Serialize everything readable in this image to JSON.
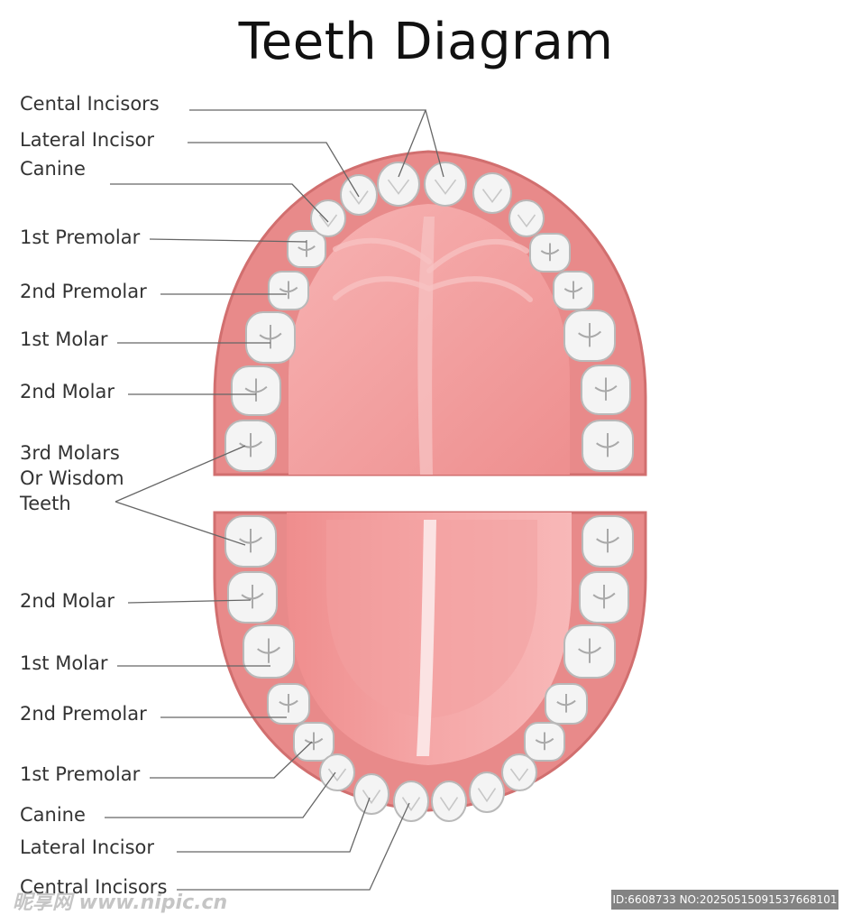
{
  "title": "Teeth Diagram",
  "upper_labels": {
    "central_incisors": "Cental Incisors",
    "lateral_incisor": "Lateral Incisor",
    "canine": "Canine",
    "first_premolar": "1st Premolar",
    "second_premolar": "2nd Premolar",
    "first_molar": "1st Molar",
    "second_molar": "2nd Molar",
    "third_molars_line1": "3rd Molars",
    "third_molars_line2": "Or Wisdom",
    "third_molars_line3": "Teeth"
  },
  "lower_labels": {
    "second_molar": "2nd Molar",
    "first_molar": "1st Molar",
    "second_premolar": "2nd Premolar",
    "first_premolar": "1st Premolar",
    "canine": "Canine",
    "lateral_incisor": "Lateral Incisor",
    "central_incisors": "Central Incisors"
  },
  "watermark": {
    "left": "昵享网 www.nipic.cn",
    "right": "ID:6608733 NO:20250515091537668101"
  },
  "colors": {
    "gum": "#e88a8a",
    "gum_outline": "#d16f6f",
    "palate": "#f2a3a3",
    "tongue": "#f39a9a",
    "tooth": "#f4f4f4",
    "tooth_outline": "#b9b9b9",
    "leader": "#666666"
  }
}
